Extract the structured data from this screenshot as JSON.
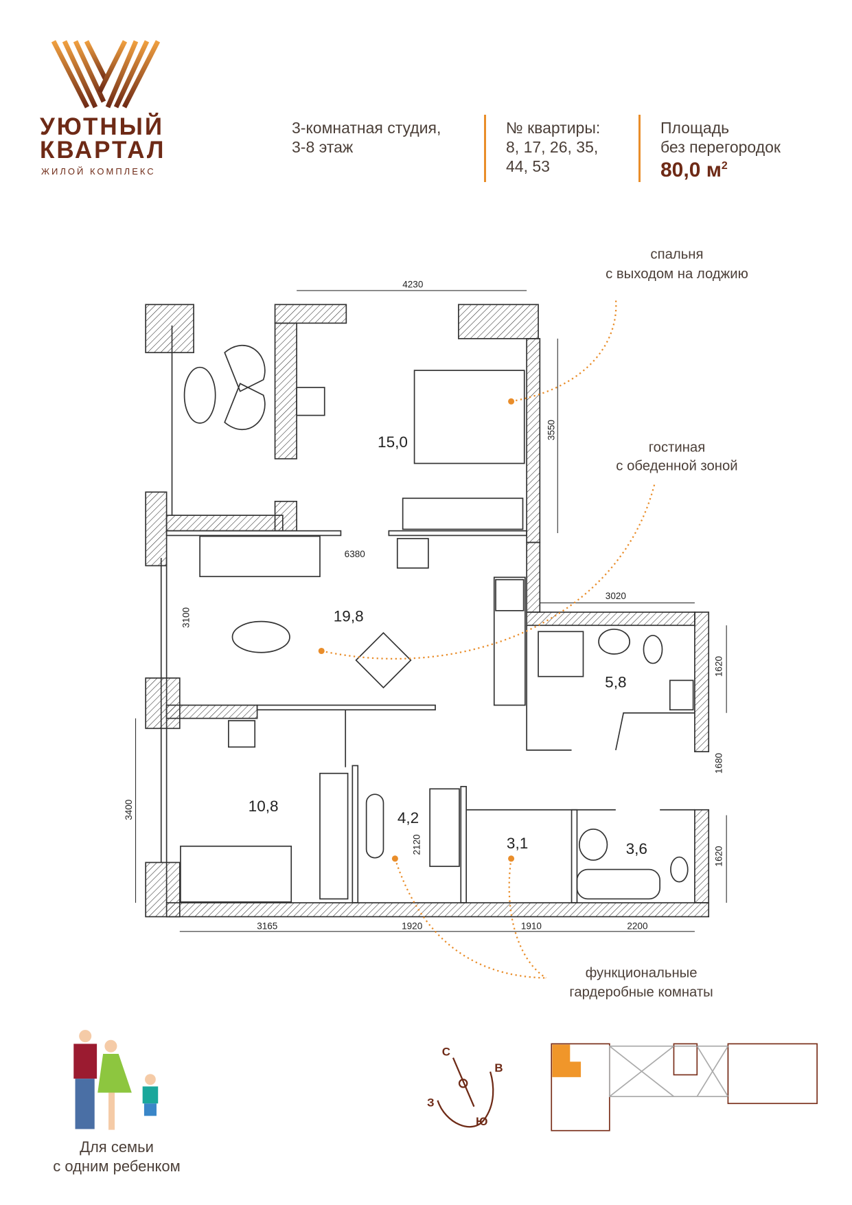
{
  "brand": {
    "name_line1": "УЮТНЫЙ",
    "name_line2": "КВАРТАЛ",
    "subtitle": "ЖИЛОЙ КОМПЛЕКС"
  },
  "header": {
    "type_line1": "3-комнатная студия,",
    "type_line2": "3-8 этаж",
    "apartments_label": "№ квартиры:",
    "apartments_line1": "8, 17, 26, 35,",
    "apartments_line2": "44, 53",
    "area_label_line1": "Площадь",
    "area_label_line2": "без перегородок",
    "area_value": "80,0 м",
    "area_unit_sup": "2"
  },
  "rooms": {
    "bedroom": "15,0",
    "living": "19,8",
    "kids": "10,8",
    "wardrobe1": "4,2",
    "wardrobe2": "3,1",
    "bath1": "5,8",
    "bath2": "3,6"
  },
  "dimensions": {
    "top": "4230",
    "bedroom_v": "3550",
    "middle": "6380",
    "living_v": "3100",
    "bath_top": "3020",
    "bath_v1": "1620",
    "hall_v": "1680",
    "kids_v": "3400",
    "wardrobe_v": "2120",
    "bath_v2": "1620",
    "b1": "3165",
    "b2": "1920",
    "b3": "1910",
    "b4": "2200"
  },
  "annotations": {
    "bedroom_line1": "спальня",
    "bedroom_line2": "с выходом на лоджию",
    "living_line1": "гостиная",
    "living_line2": "с обеденной зоной",
    "wardrobe_line1": "функциональные",
    "wardrobe_line2": "гардеробные комнаты"
  },
  "compass": {
    "n": "С",
    "e": "В",
    "w": "З",
    "s": "Ю"
  },
  "footer": {
    "family_line1": "Для семьи",
    "family_line2": "с одним ребенком"
  },
  "colors": {
    "brand": "#6e2a16",
    "accent": "#e98d2a",
    "wall": "#333333"
  }
}
